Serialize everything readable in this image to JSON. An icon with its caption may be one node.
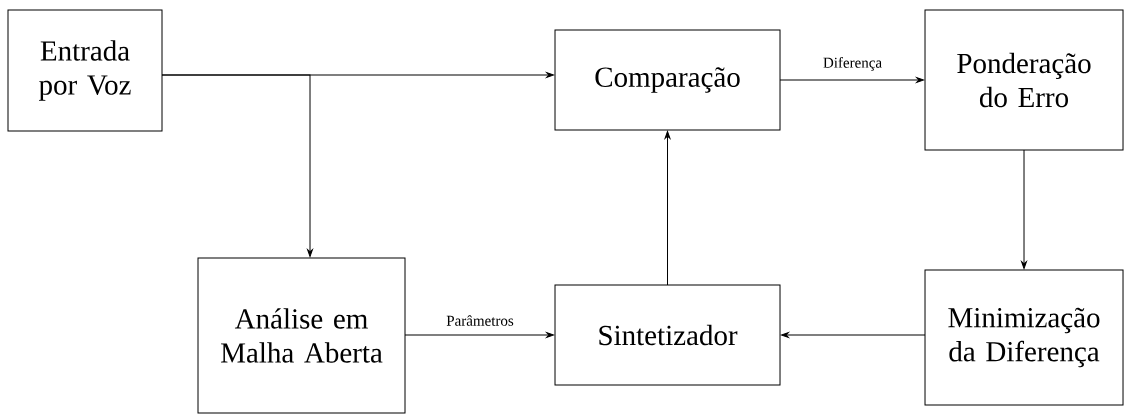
{
  "diagram": {
    "nodes": [
      {
        "text": [
          "Entrada por Voz"
        ]
      },
      {
        "text": [
          "Comparação"
        ]
      },
      {
        "text": [
          "Ponderação do Erro"
        ]
      },
      {
        "text": [
          "Análise em Malha Aberta"
        ]
      },
      {
        "text": [
          "Sintetizador"
        ]
      },
      {
        "text": [
          "Minimização da Diferença"
        ]
      }
    ],
    "edges": [
      {
        "from": 0,
        "to": 1,
        "arrow": "to"
      },
      {
        "from": 0,
        "to": 3,
        "arrow": "to"
      },
      {
        "from": 1,
        "to": 2,
        "arrow": "to",
        "label": "Diferença"
      },
      {
        "from": 2,
        "to": 5,
        "arrow": "to"
      },
      {
        "from": 5,
        "to": 4,
        "arrow": "to"
      },
      {
        "from": 3,
        "to": 4,
        "arrow": "to",
        "label": "Parâmetros"
      },
      {
        "from": 4,
        "to": 1,
        "arrow": "to"
      }
    ]
  }
}
